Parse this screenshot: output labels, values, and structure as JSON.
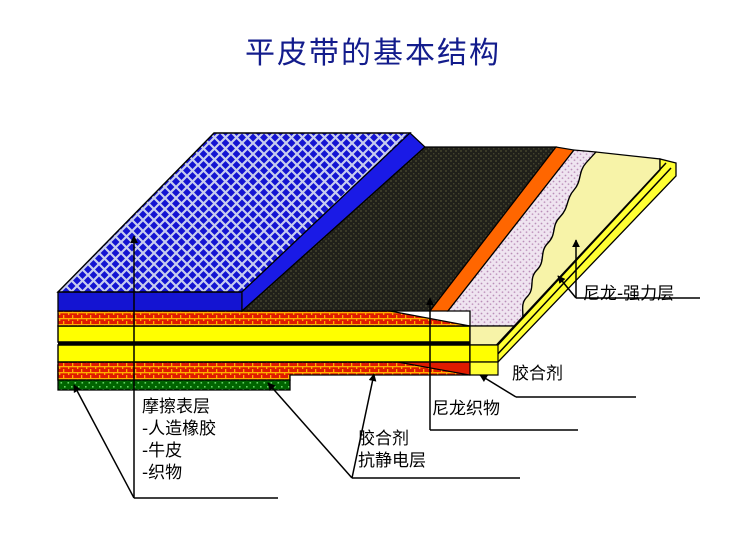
{
  "title": "平皮带的基本结构",
  "title_color": "#131c8c",
  "background": "#ffffff",
  "diagram": {
    "name": "flat-belt-layer-cutaway",
    "projection": "isometric-stepped-cutaway"
  },
  "labels": {
    "friction_surface": {
      "lines": [
        "摩擦表层",
        "-人造橡胶",
        "-牛皮",
        "-织物"
      ],
      "text": "摩擦表层\n-人造橡胶\n-牛皮\n-织物"
    },
    "adhesive_antistatic": {
      "lines": [
        "胶合剂",
        "抗静电层"
      ],
      "text": "胶合剂\n抗静电层"
    },
    "nylon_fabric": {
      "text": "尼龙织物"
    },
    "adhesive": {
      "text": "胶合剂"
    },
    "nylon_strength": {
      "text": "尼龙-强力层"
    }
  },
  "layers": [
    {
      "id": "friction-top",
      "name": "摩擦表层",
      "color": "#1414d2",
      "pattern": "diamond-mesh",
      "note": "top blue meshed friction cover"
    },
    {
      "id": "adhesive-upper",
      "name": "胶合剂",
      "color": "#e01b00",
      "pattern": "brick-hatch",
      "note": "upper red/orange adhesive"
    },
    {
      "id": "nylon-strength-1",
      "name": "尼龙-强力层",
      "color": "#ffff00",
      "pattern": "solid",
      "note": "upper yellow nylon strength ply"
    },
    {
      "id": "nylon-strength-2",
      "name": "尼龙-强力层",
      "color": "#ffff00",
      "pattern": "solid",
      "note": "lower yellow nylon strength ply"
    },
    {
      "id": "adhesive-lower",
      "name": "胶合剂/抗静电层",
      "color": "#e01b00",
      "pattern": "brick-hatch",
      "note": "lower red/orange adhesive + antistatic"
    },
    {
      "id": "bottom-cover",
      "name": "织物",
      "color": "#006400",
      "pattern": "speckle",
      "note": "green bottom fabric cover"
    }
  ],
  "cutaway_faces": [
    {
      "id": "face-blue",
      "color": "#1414d2",
      "label": "摩擦表层"
    },
    {
      "id": "face-dark",
      "color": "#262619",
      "label": "抗静电层"
    },
    {
      "id": "face-orange",
      "color": "#ff6600",
      "label": "胶合剂"
    },
    {
      "id": "face-nylon-cloth",
      "color": "#e6d7e8",
      "label": "尼龙织物"
    },
    {
      "id": "face-pale-yellow",
      "color": "#f7f3a8",
      "label": "尼龙-强力层"
    },
    {
      "id": "face-yellow-edge",
      "color": "#ffff33",
      "label": "尼龙-强力层"
    }
  ]
}
